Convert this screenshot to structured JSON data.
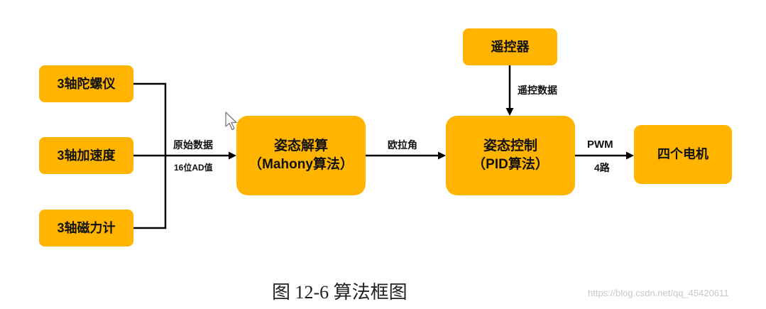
{
  "nodes": {
    "gyro": "3轴陀螺仪",
    "accel": "3轴加速度",
    "mag": "3轴磁力计",
    "attitude_solver": {
      "line1": "姿态解算",
      "line2": "（Mahony算法）"
    },
    "attitude_control": {
      "line1": "姿态控制",
      "line2": "（PID算法）"
    },
    "remote": "遥控器",
    "motors": "四个电机"
  },
  "edges": {
    "raw_data": {
      "line1": "原始数据",
      "line2": "16位AD值"
    },
    "euler": "欧拉角",
    "pwm": {
      "line1": "PWM",
      "line2": "4路"
    },
    "remote_data": "遥控数据"
  },
  "caption": "图 12-6 算法框图",
  "watermark": "https://blog.csdn.net/qq_45420611",
  "colors": {
    "box": "#FFB400",
    "line": "#000000",
    "watermark": "#C8C8C8"
  }
}
